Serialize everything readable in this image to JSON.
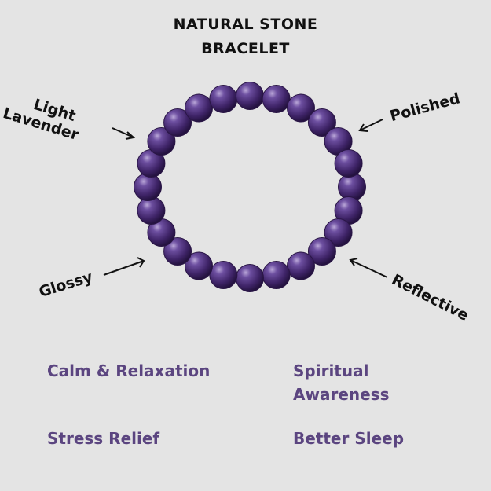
{
  "title": {
    "line1": "NATURAL STONE",
    "line2": "BRACELET"
  },
  "labels": {
    "light": "Light",
    "lavender": "Lavender",
    "polished": "Polished",
    "glossy": "Glossy",
    "reflective": "Reflective"
  },
  "benefits": [
    {
      "line1": "Calm & Relaxation"
    },
    {
      "line1": "Spiritual",
      "line2": "Awareness"
    },
    {
      "line1": "Stress Relief"
    },
    {
      "line1": "Better Sleep"
    }
  ],
  "colors": {
    "background": "#e4e4e4",
    "benefit_text": "#5b4580",
    "bead": "#4a2a7a"
  }
}
